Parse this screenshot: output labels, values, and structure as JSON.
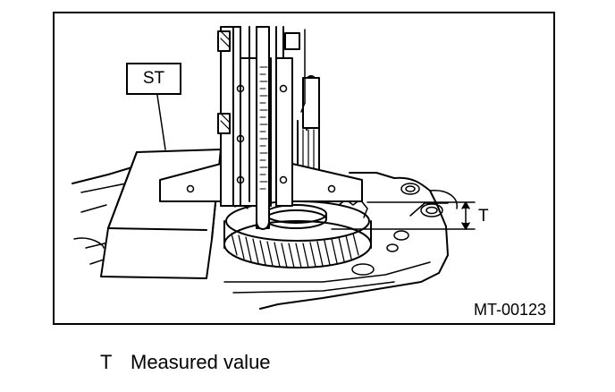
{
  "figure": {
    "tool_label": "ST",
    "dimension_label": "T",
    "figure_code": "MT-00123"
  },
  "legend": [
    {
      "symbol": "T",
      "description": "Measured value"
    }
  ]
}
